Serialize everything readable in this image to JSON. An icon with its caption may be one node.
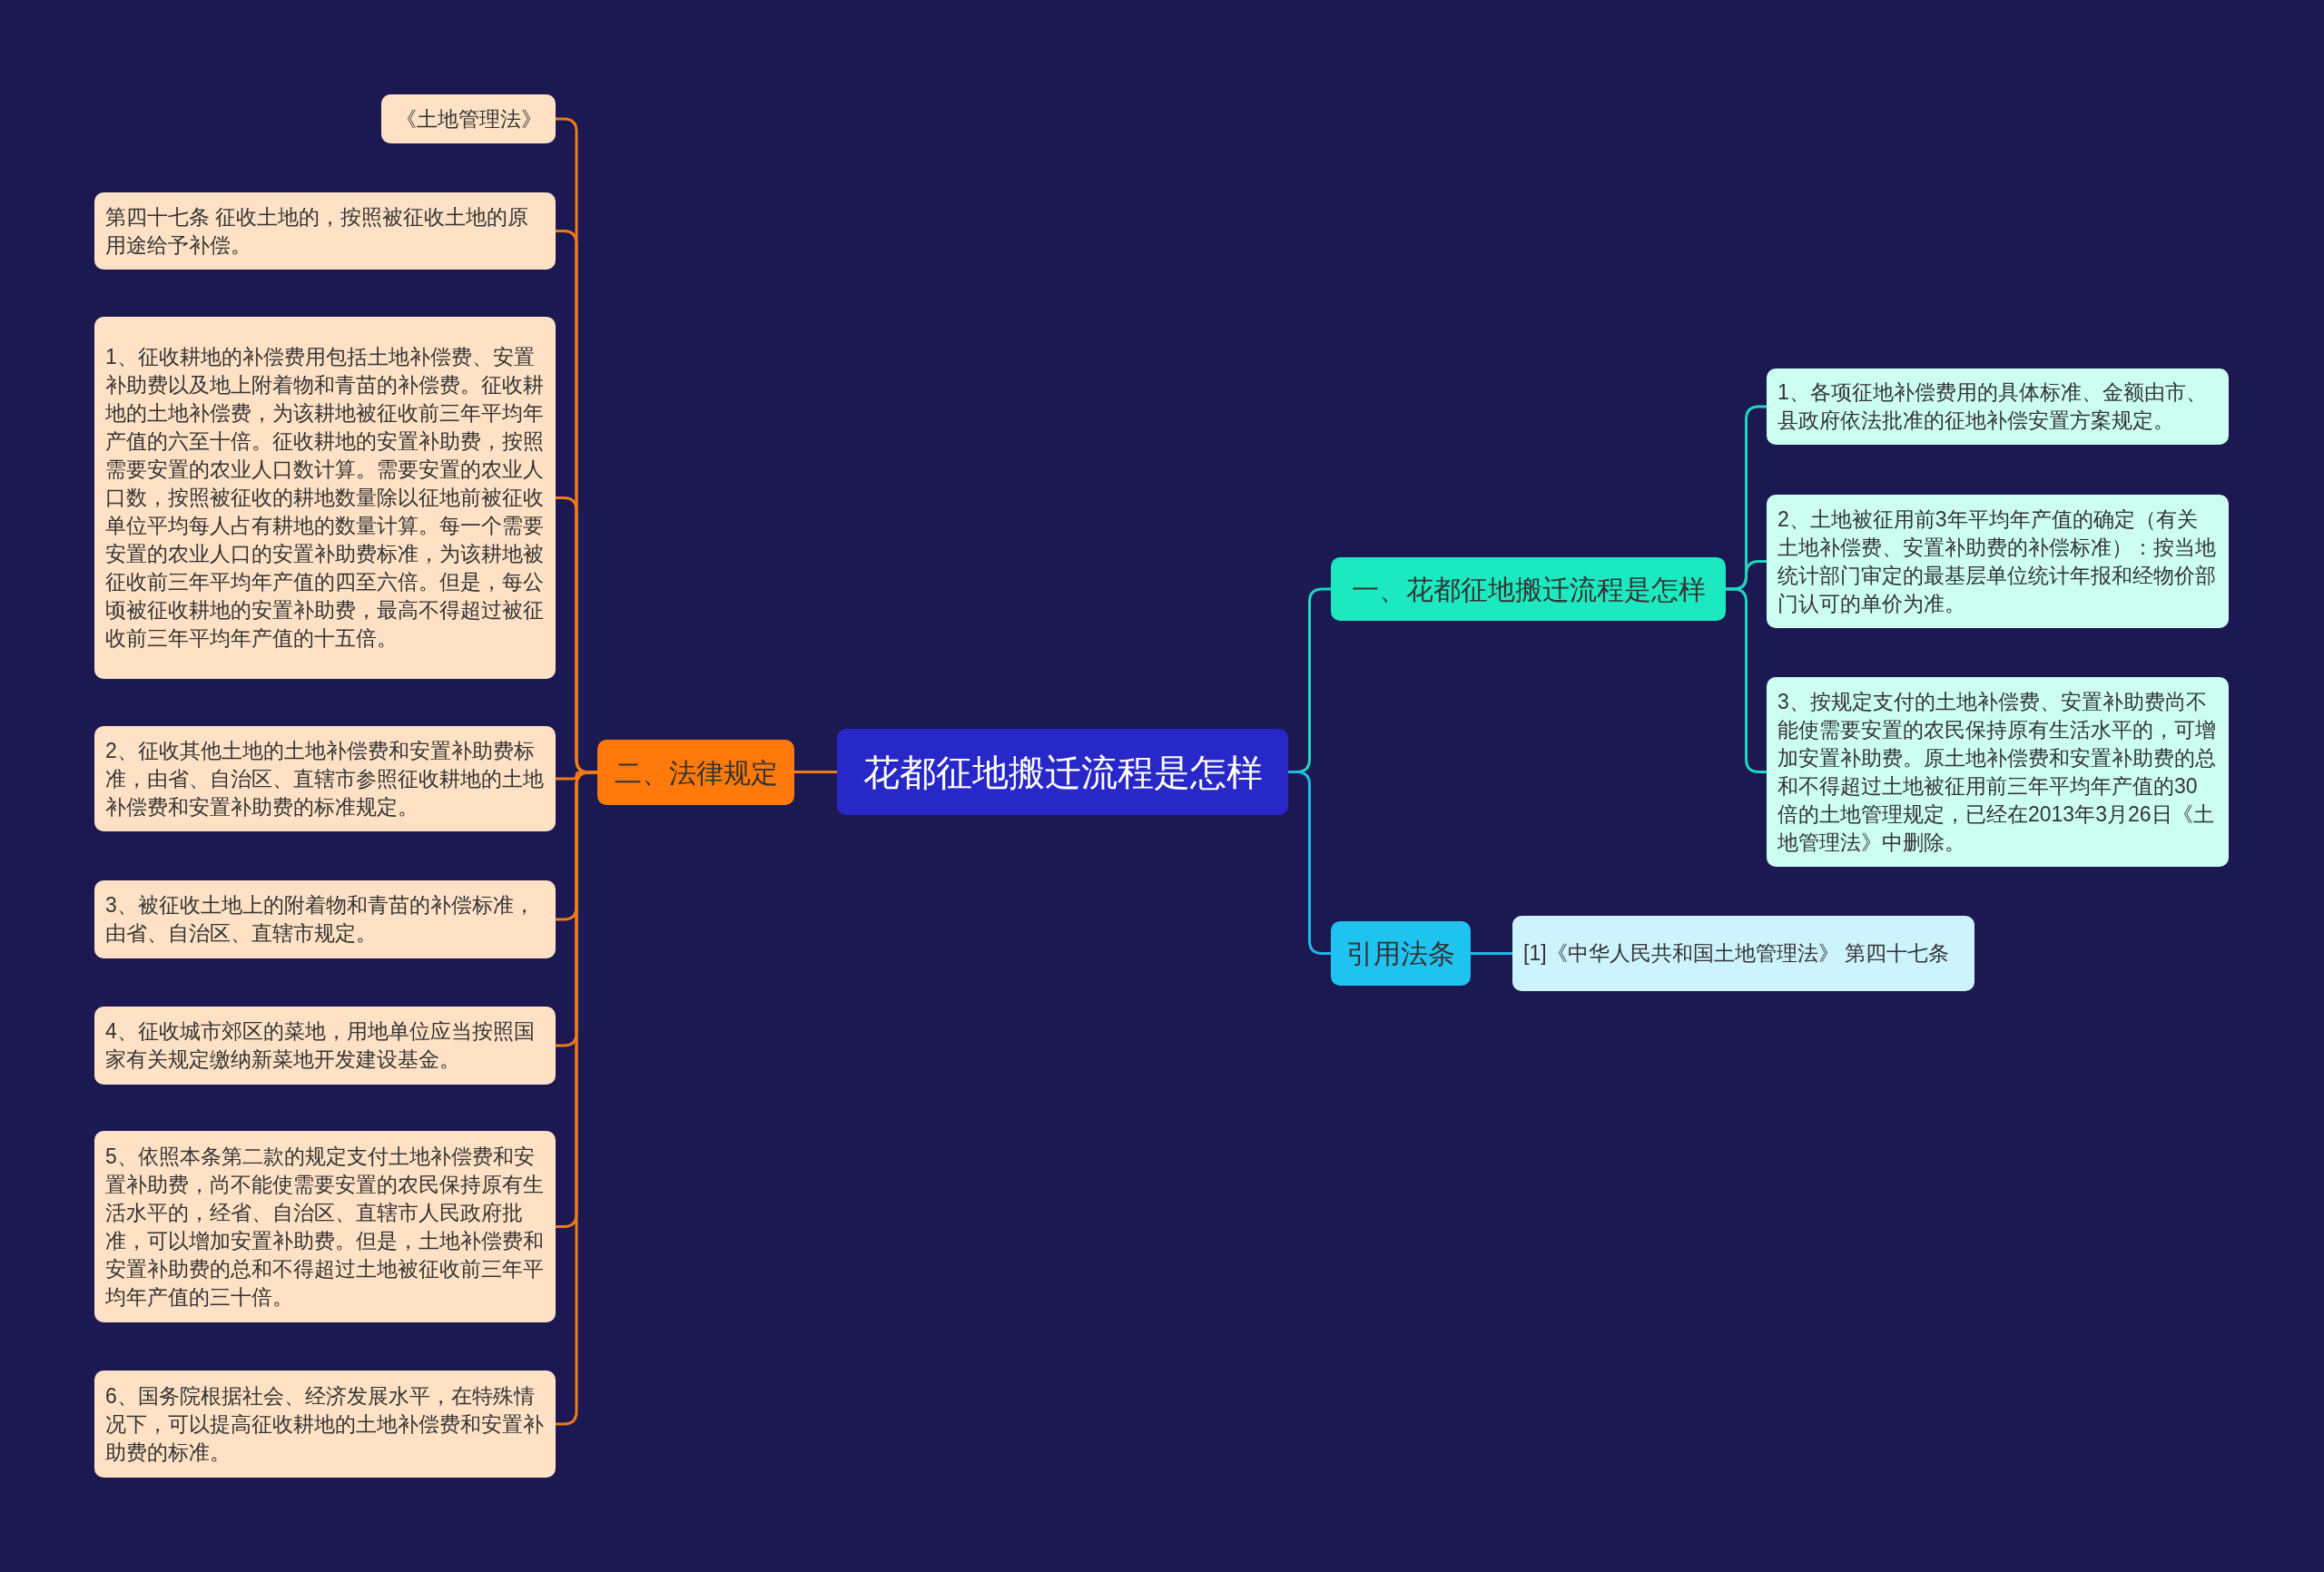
{
  "diagram": {
    "nodes": [
      {
        "text": [
          "花都征地搬迁流程是怎样"
        ]
      },
      {
        "text": [
          "一、花都征地搬迁流程是怎样"
        ]
      },
      {
        "text": [
          "1、各项征地补偿费用的具体标准、金额由市、县政府依法批准的征地补偿安置方案规定。"
        ]
      },
      {
        "text": [
          "2、土地被征用前3年平均年产值的确定（有关土地补偿费、安置补助费的补偿标准）：按当地统计部门审定的最基层单位统计年报和经物价部门认可的单价为准。"
        ]
      },
      {
        "text": [
          "3、按规定支付的土地补偿费、安置补助费尚不能使需要安置的农民保持原有生活水平的，可增加安置补助费。原土地补偿费和安置补助费的总和不得超过土地被征用前三年平均年产值的30倍的土地管理规定，已经在2013年3月26日《土地管理法》中删除。"
        ]
      },
      {
        "text": [
          "引用法条"
        ]
      },
      {
        "text": [
          "[1]《中华人民共和国土地管理法》 第四十七条"
        ]
      },
      {
        "text": [
          "二、法律规定"
        ]
      },
      {
        "text": [
          "《土地管理法》"
        ]
      },
      {
        "text": [
          "第四十七条 征收土地的，按照被征收土地的原用途给予补偿。"
        ]
      },
      {
        "text": [
          "1、征收耕地的补偿费用包括土地补偿费、安置补助费以及地上附着物和青苗的补偿费。征收耕地的土地补偿费，为该耕地被征收前三年平均年产值的六至十倍。征收耕地的安置补助费，按照需要安置的农业人口数计算。需要安置的农业人口数，按照被征收的耕地数量除以征地前被征收单位平均每人占有耕地的数量计算。每一个需要安置的农业人口的安置补助费标准，为该耕地被征收前三年平均年产值的四至六倍。但是，每公顷被征收耕地的安置补助费，最高不得超过被征收前三年平均年产值的十五倍。"
        ]
      },
      {
        "text": [
          "2、征收其他土地的土地补偿费和安置补助费标准，由省、自治区、直辖市参照征收耕地的土地补偿费和安置补助费的标准规定。"
        ]
      },
      {
        "text": [
          "3、被征收土地上的附着物和青苗的补偿标准，由省、自治区、直辖市规定。"
        ]
      },
      {
        "text": [
          "4、征收城市郊区的菜地，用地单位应当按照国家有关规定缴纳新菜地开发建设基金。"
        ]
      },
      {
        "text": [
          "5、依照本条第二款的规定支付土地补偿费和安置补助费，尚不能使需要安置的农民保持原有生活水平的，经省、自治区、直辖市人民政府批准，可以增加安置补助费。但是，土地补偿费和安置补助费的总和不得超过土地被征收前三年平均年产值的三十倍。"
        ]
      },
      {
        "text": [
          "6、国务院根据社会、经济发展水平，在特殊情况下，可以提高征收耕地的土地补偿费和安置补助费的标准。"
        ]
      }
    ],
    "edges": [
      {
        "from": 0,
        "to": 1,
        "arrow": "none",
        "color": "#1fd6c0"
      },
      {
        "from": 1,
        "to": 2,
        "arrow": "none",
        "color": "#1fd6c0"
      },
      {
        "from": 1,
        "to": 3,
        "arrow": "none",
        "color": "#1fd6c0"
      },
      {
        "from": 1,
        "to": 4,
        "arrow": "none",
        "color": "#1fd6c0"
      },
      {
        "from": 0,
        "to": 5,
        "arrow": "none",
        "color": "#1fb8e6"
      },
      {
        "from": 5,
        "to": 6,
        "arrow": "none",
        "color": "#1fb8e6"
      },
      {
        "from": 0,
        "to": 7,
        "arrow": "none"
      },
      {
        "from": 7,
        "to": 8,
        "arrow": "none"
      },
      {
        "from": 7,
        "to": 9,
        "arrow": "none"
      },
      {
        "from": 7,
        "to": 10,
        "arrow": "none"
      },
      {
        "from": 7,
        "to": 11,
        "arrow": "none"
      },
      {
        "from": 7,
        "to": 12,
        "arrow": "none"
      },
      {
        "from": 7,
        "to": 13,
        "arrow": "none"
      },
      {
        "from": 7,
        "to": 14,
        "arrow": "none"
      },
      {
        "from": 7,
        "to": 15,
        "arrow": "none"
      }
    ]
  }
}
